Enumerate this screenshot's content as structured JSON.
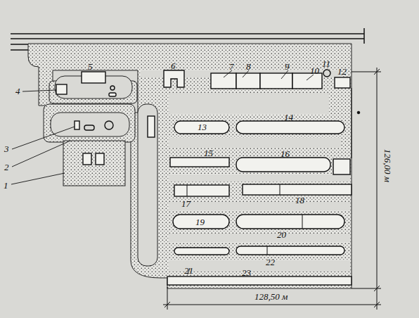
{
  "diagram": {
    "labels": [
      "1",
      "2",
      "3",
      "4",
      "5",
      "6",
      "7",
      "8",
      "9",
      "10",
      "11",
      "12",
      "13",
      "14",
      "15",
      "16",
      "17",
      "18",
      "19",
      "20",
      "21",
      "22",
      "23",
      "126,00 м",
      "128,50 м"
    ]
  }
}
